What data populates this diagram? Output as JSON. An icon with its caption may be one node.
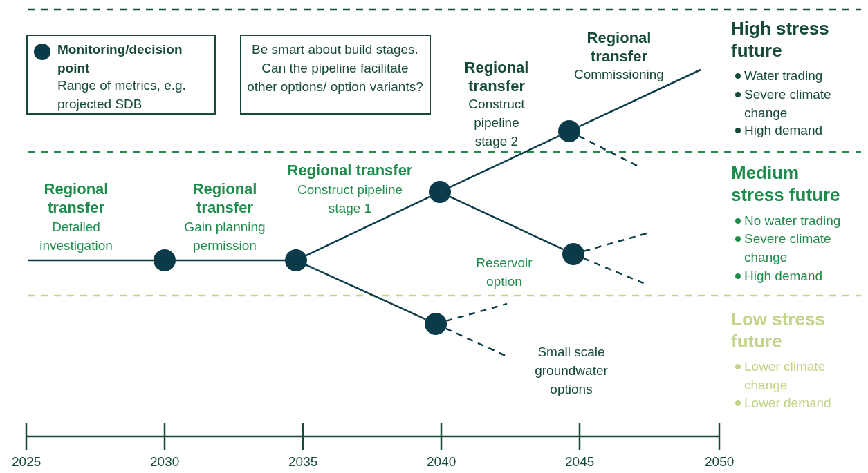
{
  "diagram": {
    "nodes": [
      {
        "text": [
          "Monitoring/decision point",
          "Range of metrics, e.g. projected SDB"
        ]
      },
      {
        "text": [
          "Be smart about build stages. Can the pipeline facilitate other options/ option variants?"
        ]
      },
      {
        "text": [],
        "shape": "circle"
      },
      {
        "text": [],
        "shape": "circle"
      },
      {
        "text": [],
        "shape": "circle"
      },
      {
        "text": [],
        "shape": "circle"
      },
      {
        "text": [],
        "shape": "circle"
      },
      {
        "text": [],
        "shape": "circle"
      }
    ],
    "edges": [
      {
        "from": null,
        "to": 2,
        "arrow": "none"
      },
      {
        "from": 2,
        "to": 3,
        "arrow": "none"
      },
      {
        "from": 3,
        "to": 4,
        "arrow": "none"
      },
      {
        "from": 3,
        "to": 5,
        "arrow": "none"
      },
      {
        "from": 4,
        "to": 6,
        "arrow": "none"
      },
      {
        "from": 4,
        "to": 7,
        "arrow": "none"
      },
      {
        "from": 6,
        "to": null,
        "arrow": "none"
      },
      {
        "from": 6,
        "to": null,
        "arrow": "none",
        "style": "dashed"
      },
      {
        "from": 7,
        "to": null,
        "arrow": "none",
        "style": "dashed"
      },
      {
        "from": 7,
        "to": null,
        "arrow": "none",
        "style": "dashed"
      },
      {
        "from": 5,
        "to": null,
        "arrow": "none",
        "style": "dashed"
      },
      {
        "from": 5,
        "to": null,
        "arrow": "none",
        "style": "dashed"
      }
    ],
    "labels": [
      "Regional transfer",
      "Detailed investigation",
      "Regional transfer",
      "Gain planning permission",
      "Regional transfer",
      "Construct pipeline stage 1",
      "Regional transfer",
      "Construct pipeline stage 2",
      "Regional transfer",
      "Commissioning",
      "Reservoir option",
      "Small scale groundwater options",
      "High stress future",
      "Water trading",
      "Severe climate change",
      "High demand",
      "Medium stress future",
      "No water trading",
      "Severe climate change",
      "High demand",
      "Low stress future",
      "Lower climate change",
      "Lower demand",
      "2025",
      "2030",
      "2035",
      "2040",
      "2045",
      "2050"
    ]
  }
}
